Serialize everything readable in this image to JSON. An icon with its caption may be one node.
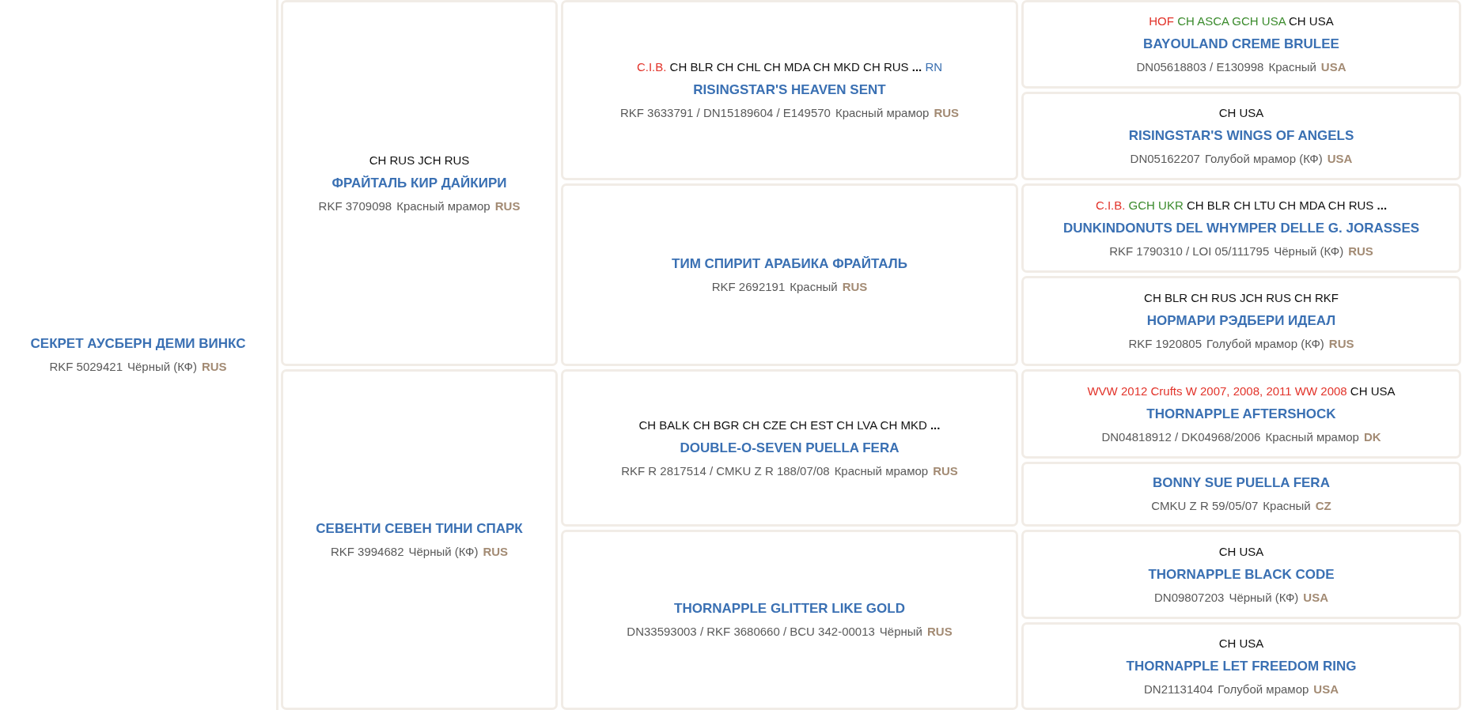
{
  "diagram": {
    "nodes": [
      {
        "text": [
          "СЕКРЕТ АУСБЕРН ДЕМИ ВИНКС",
          "RKF 5029421",
          "Чёрный (КФ)",
          "RUS"
        ]
      },
      {
        "text": [
          "CH RUS JCH RUS",
          "ФРАЙТАЛЬ КИР ДАЙКИРИ",
          "RKF 3709098",
          "Красный мрамор",
          "RUS"
        ]
      },
      {
        "text": [
          "C.I.B. CH BLR CH CHL CH MDA CH MKD CH RUS **...** RN",
          "RISINGSTAR'S HEAVEN SENT",
          "RKF 3633791 / DN15189604 / E149570",
          "Красный мрамор",
          "RUS"
        ]
      },
      {
        "text": [
          "HOF CH ASCA GCH USA CH USA",
          "BAYOULAND CREME BRULEE",
          "DN05618803 / E130998",
          "Красный",
          "USA"
        ]
      },
      {
        "text": [
          "CH USA",
          "RISINGSTAR'S WINGS OF ANGELS",
          "DN05162207",
          "Голубой мрамор (КФ)",
          "USA"
        ]
      },
      {
        "text": [
          "ТИМ СПИРИТ АРАБИКА ФРАЙТАЛЬ",
          "RKF 2692191",
          "Красный",
          "RUS"
        ]
      },
      {
        "text": [
          "C.I.B. GCH UKR CH BLR CH LTU CH MDA CH RUS **...**",
          "DUNKINDONUTS DEL WHYMPER DELLE G. JORASSES",
          "RKF 1790310 / LOI 05/111795",
          "Чёрный (КФ)",
          "RUS"
        ]
      },
      {
        "text": [
          "CH BLR CH RUS JCH RUS CH RKF",
          "НОРМАРИ РЭДБЕРИ ИДЕАЛ",
          "RKF 1920805",
          "Голубой мрамор (КФ)",
          "RUS"
        ]
      },
      {
        "text": [
          "СЕВЕНТИ СЕВЕН ТИНИ СПАРК",
          "RKF 3994682",
          "Чёрный (КФ)",
          "RUS"
        ]
      },
      {
        "text": [
          "CH BALK CH BGR CH CZE CH EST CH LVA CH MKD **...**",
          "DOUBLE-O-SEVEN PUELLA FERA",
          "RKF R 2817514 / CMKU Z R 188/07/08",
          "Красный мрамор",
          "RUS"
        ]
      },
      {
        "text": [
          "WVW 2012 Crufts W 2007, 2008, 2011 WW 2008 CH USA",
          "THORNAPPLE AFTERSHOCK",
          "DN04818912 / DK04968/2006",
          "Красный мрамор",
          "DK"
        ]
      },
      {
        "text": [
          "BONNY SUE PUELLA FERA",
          "CMKU Z R 59/05/07",
          "Красный",
          "CZ"
        ]
      },
      {
        "text": [
          "THORNAPPLE GLITTER LIKE GOLD",
          "DN33593003 / RKF 3680660 / BCU 342-00013",
          "Чёрный",
          "RUS"
        ]
      },
      {
        "text": [
          "CH USA",
          "THORNAPPLE BLACK CODE",
          "DN09807203",
          "Чёрный (КФ)",
          "USA"
        ]
      },
      {
        "text": [
          "CH USA",
          "THORNAPPLE LET FREEDOM RING",
          "DN21131404",
          "Голубой мрамор",
          "USA"
        ]
      }
    ]
  }
}
